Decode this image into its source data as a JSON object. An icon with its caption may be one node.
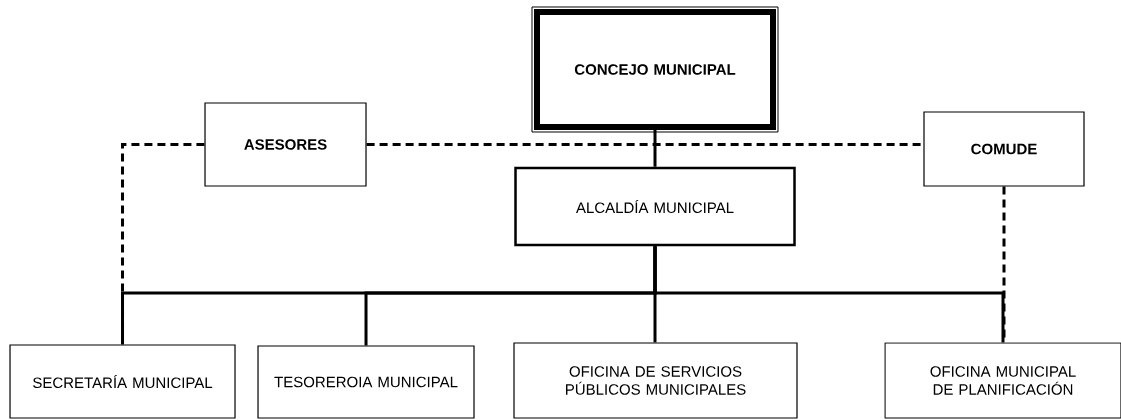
{
  "diagram": {
    "nodes": [
      {
        "text": [
          "CONCEJO MUNICIPAL"
        ]
      },
      {
        "text": [
          "ASESORES"
        ]
      },
      {
        "text": [
          "COMUDE"
        ]
      },
      {
        "text": [
          "ALCALDÍA MUNICIPAL"
        ]
      },
      {
        "text": [
          "SECRETARÍA MUNICIPAL"
        ]
      },
      {
        "text": [
          "TESOREROIA MUNICIPAL"
        ]
      },
      {
        "text": [
          "OFICINA DE SERVICIOS PÚBLICOS MUNICIPALES"
        ]
      },
      {
        "text": [
          "OFICINA MUNICIPAL DE PLANIFICACIÓN"
        ]
      }
    ],
    "edges": [
      {
        "from": 0,
        "to": 3,
        "arrow": "none"
      },
      {
        "from": 1,
        "to": 2,
        "arrow": "none",
        "style": "dashed"
      },
      {
        "from": 1,
        "to": 4,
        "arrow": "none",
        "style": "dashed"
      },
      {
        "from": 2,
        "to": 7,
        "arrow": "none",
        "style": "dashed"
      },
      {
        "from": 3,
        "to": 4,
        "arrow": "none"
      },
      {
        "from": 3,
        "to": 5,
        "arrow": "none"
      },
      {
        "from": 3,
        "to": 6,
        "arrow": "none"
      },
      {
        "from": 3,
        "to": 7,
        "arrow": "none"
      }
    ]
  }
}
